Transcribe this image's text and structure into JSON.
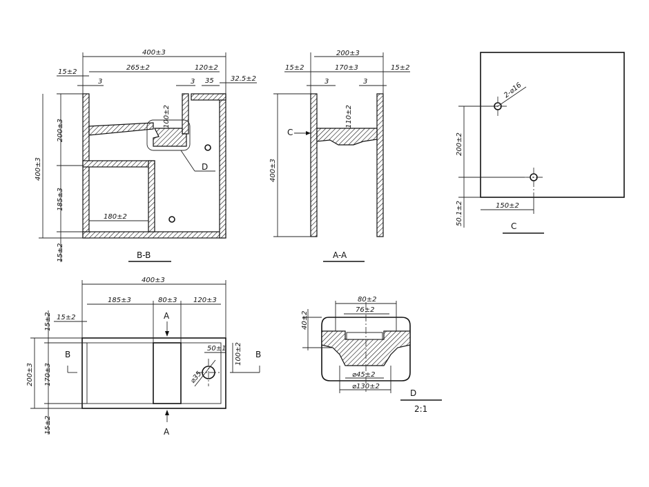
{
  "views": {
    "bb": {
      "label": "B-B",
      "dims": {
        "overall_width": "400±3",
        "left_offset": "15±2",
        "upper_span": "265±2",
        "basin_width": "120±2",
        "right_wall": "32.5±2",
        "wall_left": "3",
        "wall_mid": "3",
        "right_35": "35",
        "basin_depth": "100±2",
        "upper_height": "200±3",
        "total_height": "400±3",
        "lower_height": "185±3",
        "bottom_15": "15±2",
        "shelf_width": "180±2"
      },
      "detail_callout": "D"
    },
    "aa": {
      "label": "A-A",
      "dims": {
        "overall_width": "200±3",
        "left_15": "15±2",
        "inner_170": "170±3",
        "right_15": "15±2",
        "wall_left": "3",
        "wall_right": "3",
        "basin_depth": "110±2",
        "height": "400±3"
      },
      "section_marker": "C"
    },
    "c": {
      "label": "C",
      "dims": {
        "hole_note": "2-⌀16",
        "height_200": "200±2",
        "bottom_50": "50.1±2",
        "width_150": "150±2"
      }
    },
    "plan": {
      "section_b": "B",
      "section_a": "A",
      "dims": {
        "overall_width": "400±3",
        "left_185": "185±3",
        "mid_80": "80±3",
        "right_120": "120±3",
        "left_15": "15±2",
        "top_15": "15±2",
        "height_200": "200±3",
        "height_170": "170±3",
        "bottom_15": "15±2",
        "hole_50": "50±1",
        "hole_100": "100±2",
        "hole_dia": "⌀35"
      }
    },
    "d": {
      "label": "D",
      "scale": "2:1",
      "dims": {
        "top_80": "80±2",
        "inner_76": "76±2",
        "height_40": "40±2",
        "dia_45": "⌀45±2",
        "dia_130": "⌀130±2"
      }
    }
  }
}
